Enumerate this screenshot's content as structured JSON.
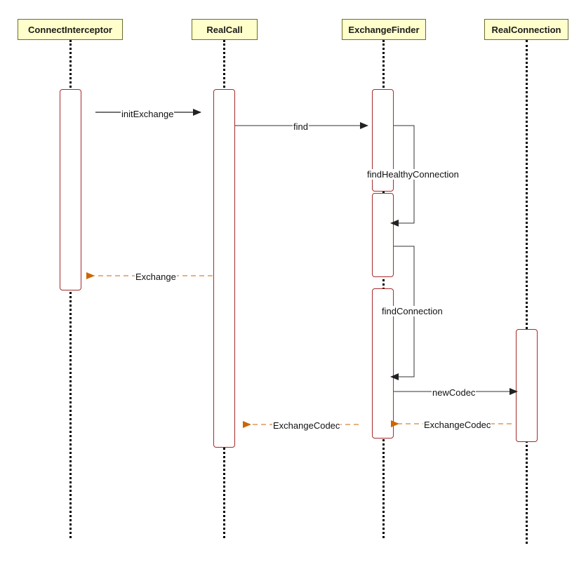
{
  "actors": [
    {
      "id": "connect-interceptor",
      "label": "ConnectInterceptor"
    },
    {
      "id": "realcall",
      "label": "RealCall"
    },
    {
      "id": "exchange-finder",
      "label": "ExchangeFinder"
    },
    {
      "id": "real-connection",
      "label": "RealConnection"
    }
  ],
  "messages": {
    "init_exchange": "initExchange",
    "find": "find",
    "find_healthy_connection": "findHealthyConnection",
    "exchange_return": "Exchange",
    "find_connection": "findConnection",
    "new_codec": "newCodec",
    "exchange_codec_return_finder": "ExchangeCodec",
    "exchange_codec_return_call": "ExchangeCodec"
  },
  "colors": {
    "actor_fill": "#ffffcc",
    "activation_border": "#a52a2a",
    "sync_arrow": "#333333",
    "return_arrow": "#cc6600"
  }
}
